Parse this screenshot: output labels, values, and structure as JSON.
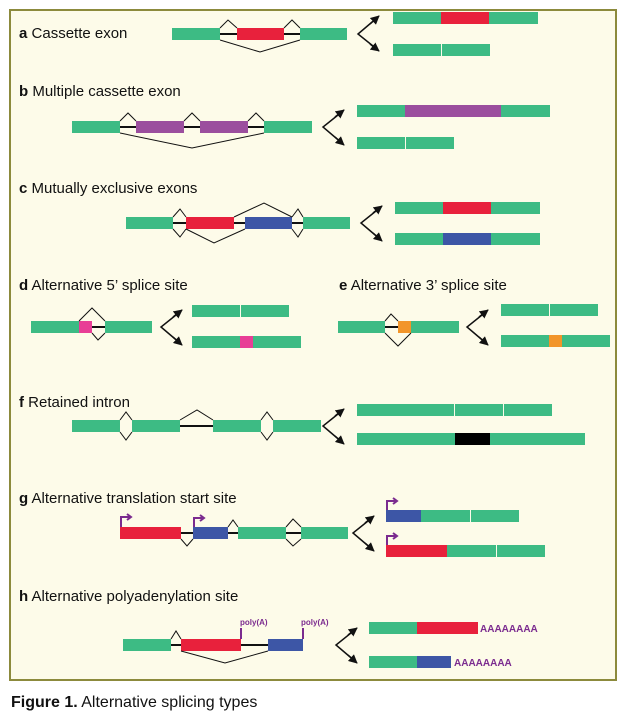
{
  "panels": {
    "a": {
      "letter": "a",
      "title": "Cassette exon"
    },
    "b": {
      "letter": "b",
      "title": "Multiple cassette exon"
    },
    "c": {
      "letter": "c",
      "title": "Mutually exclusive exons"
    },
    "d": {
      "letter": "d",
      "title": "Alternative 5’ splice site"
    },
    "e": {
      "letter": "e",
      "title": "Alternative 3’ splice site"
    },
    "f": {
      "letter": "f",
      "title": "Retained intron"
    },
    "g": {
      "letter": "g",
      "title": "Alternative translation start site"
    },
    "h": {
      "letter": "h",
      "title": "Alternative polyadenylation site",
      "polyA_label": "poly(A)",
      "polyA_tail": "AAAAAAAA"
    }
  },
  "caption": {
    "prefix": "Figure 1.",
    "text": "Alternative splicing types"
  },
  "colors": {
    "constitutive_exon": "#3dbb84",
    "cassette_exon": "#e8213c",
    "multiple_cassette_exon": "#9b4e9e",
    "exclusive_exon": "#3d56a6",
    "splice_site_5": "#e83e96",
    "splice_site_3": "#f2952a",
    "retained_intron": "#000000",
    "start_site_arrow": "#7b2b8f",
    "frame_border": "#8c8a3c",
    "frame_fill": "#fdfbe9"
  }
}
